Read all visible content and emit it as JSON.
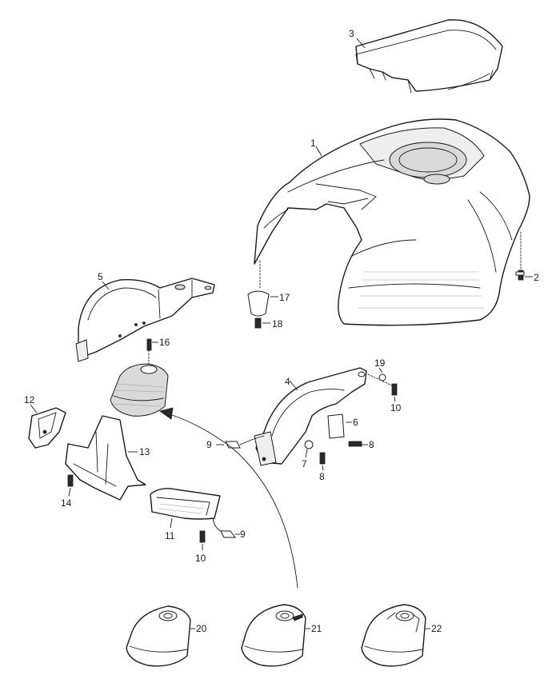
{
  "diagram": {
    "callouts": {
      "c1": "1",
      "c2": "2",
      "c3": "3",
      "c4": "4",
      "c5": "5",
      "c6": "6",
      "c7": "7",
      "c8a": "8",
      "c8b": "8",
      "c9a": "9",
      "c9b": "9",
      "c10a": "10",
      "c10b": "10",
      "c11": "11",
      "c12": "12",
      "c13": "13",
      "c14": "14",
      "c16": "16",
      "c17": "17",
      "c18": "18",
      "c19": "19",
      "c20": "20",
      "c21": "21",
      "c22": "22"
    }
  }
}
